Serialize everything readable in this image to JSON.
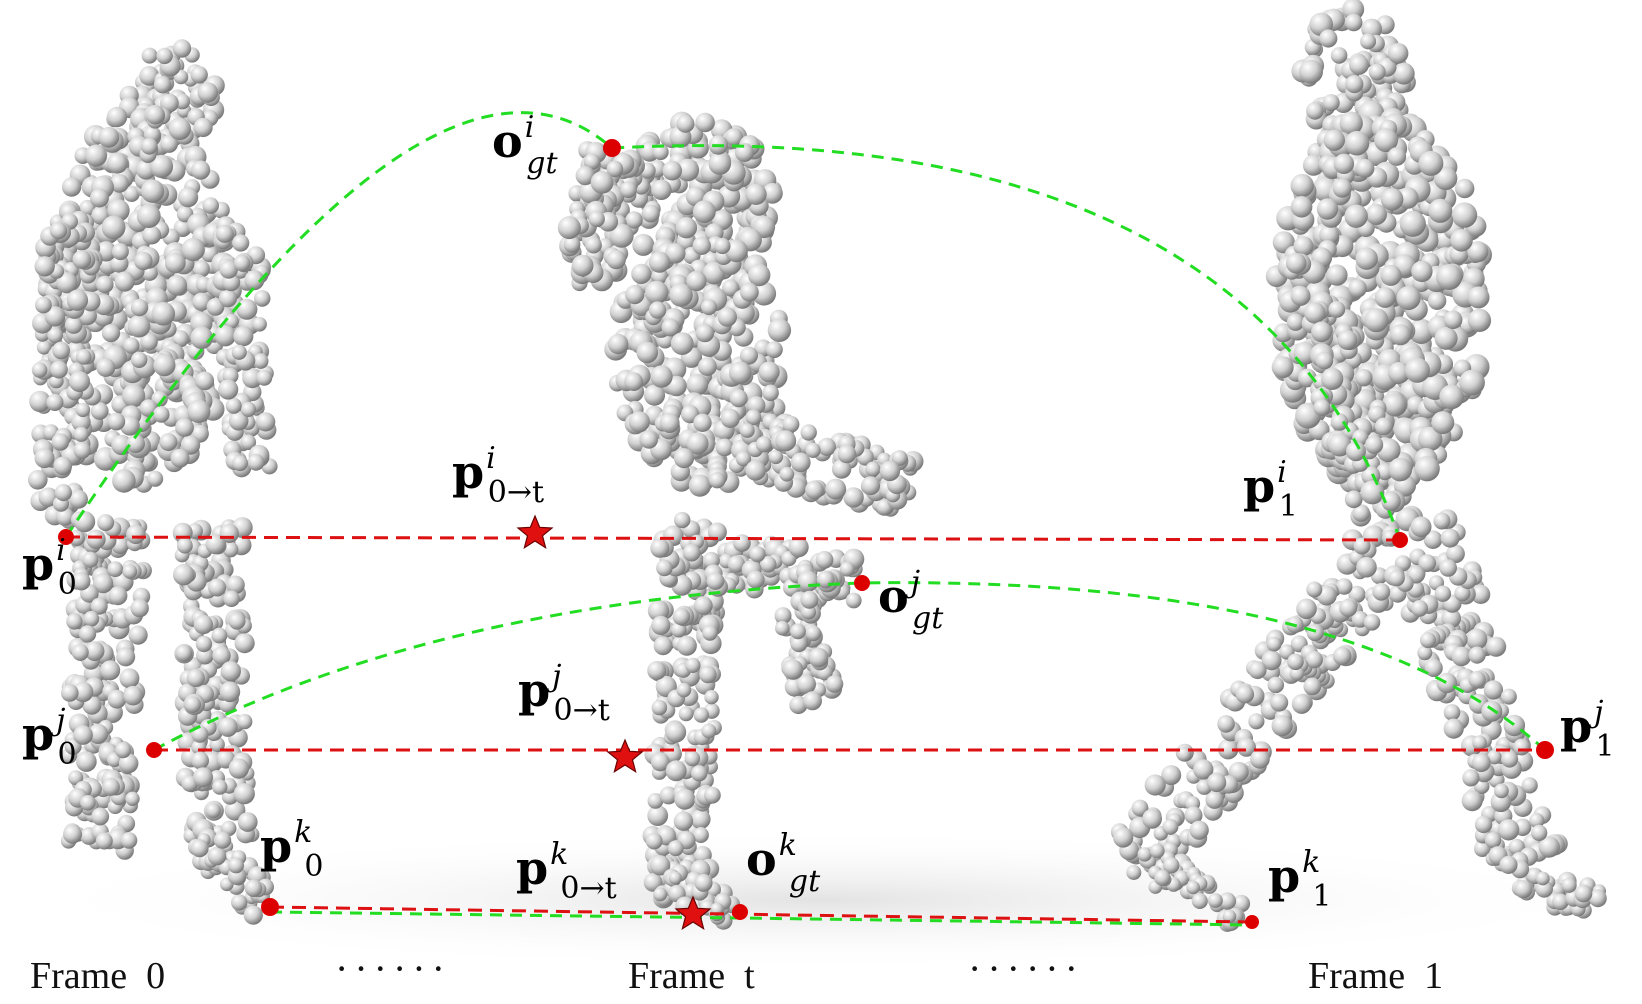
{
  "colors": {
    "correspondence_line": "#dd1111",
    "trajectory_curve": "#22dd22",
    "point": "#dd0000",
    "point_cloud": "#b9b9b9",
    "background": "#ffffff"
  },
  "frames": [
    {
      "label": "Frame  0"
    },
    {
      "label": "Frame  t"
    },
    {
      "label": "Frame  1"
    }
  ],
  "ellipsis": [
    "······",
    "······"
  ],
  "labels": {
    "p0_i": {
      "base": "p",
      "sub": "0",
      "sup": "i"
    },
    "p0_j": {
      "base": "p",
      "sub": "0",
      "sup": "j"
    },
    "p0_k": {
      "base": "p",
      "sub": "0",
      "sup": "k"
    },
    "p1_i": {
      "base": "p",
      "sub": "1",
      "sup": "i"
    },
    "p1_j": {
      "base": "p",
      "sub": "1",
      "sup": "j"
    },
    "p1_k": {
      "base": "p",
      "sub": "1",
      "sup": "k"
    },
    "pt_i": {
      "base": "p",
      "sub": "0→t",
      "sup": "i"
    },
    "pt_j": {
      "base": "p",
      "sub": "0→t",
      "sup": "j"
    },
    "pt_k": {
      "base": "p",
      "sub": "0→t",
      "sup": "k"
    },
    "ogt_i": {
      "base": "o",
      "sub": "gt",
      "sup": "i"
    },
    "ogt_j": {
      "base": "o",
      "sub": "gt",
      "sup": "j"
    },
    "ogt_k": {
      "base": "o",
      "sub": "gt",
      "sup": "k"
    }
  }
}
